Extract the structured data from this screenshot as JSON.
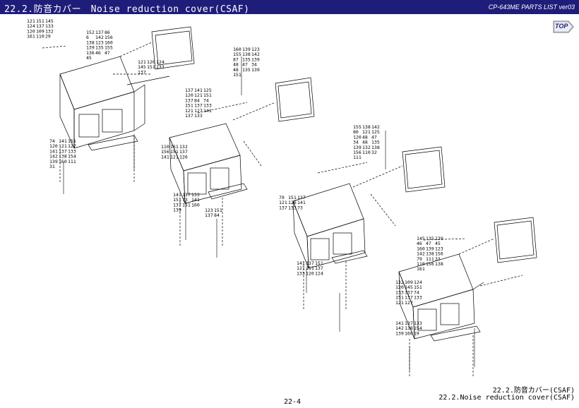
{
  "header": {
    "title": "22.2.防音カバー　Noise reduction cover(CSAF)",
    "doc_id": "CP-643ME PARTS LIST ver03"
  },
  "nav": {
    "top_label": "TOP",
    "top_icon": "arrow-top-icon"
  },
  "footer": {
    "section_jp": "22.2.防音カバー(CSAF)",
    "section_en": "22.2.Noise reduction cover(CSAF)",
    "page": "22-4"
  },
  "colors": {
    "header_bg": "#1f1d7a",
    "header_text": "#ffffff",
    "line": "#000000"
  },
  "diagram": {
    "part_numbers": [
      "121",
      "151",
      "145",
      "124",
      "137",
      "133",
      "120",
      "109",
      "132",
      "161",
      "110",
      "29",
      "152",
      "137",
      "86",
      "6",
      "142",
      "156",
      "138",
      "123",
      "160",
      "139",
      "135",
      "155",
      "136",
      "46",
      "47",
      "45",
      "121",
      "120",
      "124",
      "145",
      "151",
      "133",
      "137",
      "160",
      "139",
      "123",
      "155",
      "138",
      "142",
      "87",
      "135",
      "139",
      "48",
      "47",
      "34",
      "48",
      "135",
      "139",
      "151",
      "137",
      "141",
      "125",
      "120",
      "121",
      "151",
      "137",
      "84",
      "74",
      "151",
      "137",
      "133",
      "121",
      "127",
      "141",
      "137",
      "133",
      "74",
      "141",
      "151",
      "120",
      "121",
      "127",
      "141",
      "137",
      "133",
      "142",
      "138",
      "154",
      "139",
      "160",
      "111",
      "31",
      "110",
      "161",
      "132",
      "156",
      "151",
      "137",
      "141",
      "121",
      "126",
      "141",
      "137",
      "133",
      "151",
      "73",
      "141",
      "137",
      "151",
      "160",
      "139",
      "123",
      "151",
      "137",
      "84",
      "155",
      "138",
      "142",
      "80",
      "121",
      "125",
      "120",
      "48",
      "47",
      "34",
      "48",
      "135",
      "139",
      "132",
      "138",
      "156",
      "110",
      "32",
      "111",
      "79",
      "151",
      "137",
      "121",
      "126",
      "141",
      "137",
      "133",
      "73",
      "141",
      "137",
      "151",
      "121",
      "151",
      "137",
      "133",
      "120",
      "124",
      "145",
      "135",
      "139",
      "46",
      "47",
      "45",
      "160",
      "139",
      "123",
      "142",
      "138",
      "156",
      "79",
      "111",
      "33",
      "110",
      "156",
      "138",
      "161",
      "132",
      "109",
      "124",
      "120",
      "145",
      "151",
      "133",
      "137",
      "74",
      "151",
      "137",
      "133",
      "121",
      "127",
      "141",
      "137",
      "133",
      "142",
      "138",
      "154",
      "139",
      "160",
      "19"
    ]
  }
}
